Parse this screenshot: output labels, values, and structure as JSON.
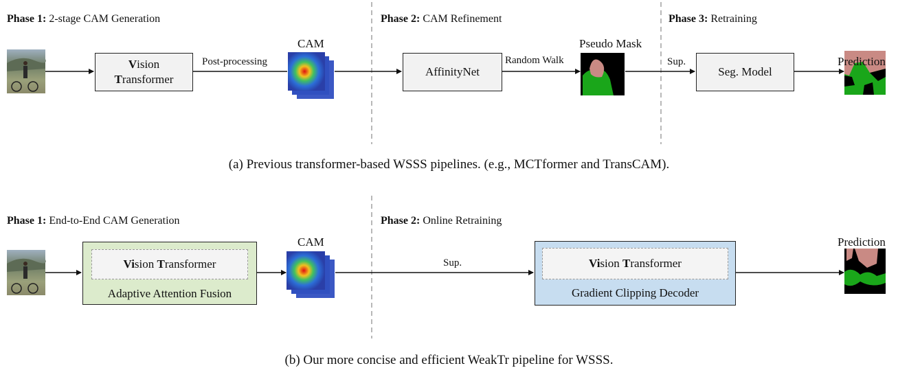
{
  "top": {
    "phase1": {
      "bold": "Phase 1:",
      "text": "2-stage CAM Generation"
    },
    "phase2": {
      "bold": "Phase 2:",
      "text": "CAM Refinement"
    },
    "phase3": {
      "bold": "Phase 3:",
      "text": "Retraining"
    },
    "vt": {
      "b1": "V",
      "a1": "ision",
      "b2": "T",
      "a2": "ransformer"
    },
    "post_processing": "Post-processing",
    "cam": "CAM",
    "affinitynet": "AffinityNet",
    "random_walk": "Random Walk",
    "pseudo_mask": "Pseudo Mask",
    "sup": "Sup.",
    "seg_model": "Seg. Model",
    "prediction": "Prediction",
    "caption": "(a) Previous transformer-based WSSS pipelines. (e.g., MCTformer and TransCAM)."
  },
  "bottom": {
    "phase1": {
      "bold": "Phase 1:",
      "text": "End-to-End CAM Generation"
    },
    "phase2": {
      "bold": "Phase 2:",
      "text": "Online Retraining"
    },
    "vt": {
      "b1": "Vi",
      "a1": "sion ",
      "b2": "T",
      "a2": "ransformer"
    },
    "adaptive": "Adaptive Attention Fusion",
    "cam": "CAM",
    "sup": "Sup.",
    "decoder": "Gradient Clipping Decoder",
    "prediction": "Prediction",
    "caption": "(b) Our more concise and efficient WeakTr pipeline for WSSS."
  },
  "colors": {
    "green_box": "#dcebcc",
    "blue_box": "#c7ddf0",
    "mask_green": "#1aa61a",
    "mask_pink": "#c98a84"
  }
}
